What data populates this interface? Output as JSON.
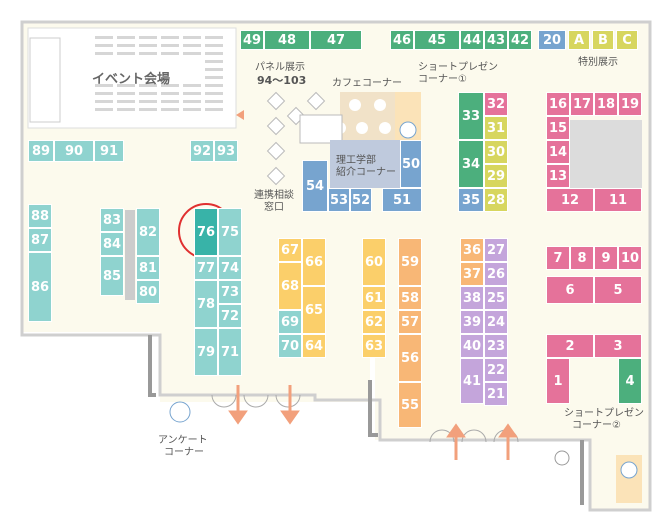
{
  "map": {
    "labels": {
      "event": "イベント会場",
      "panel": "パネル展示",
      "panel_range": "94〜103",
      "cafe": "カフェコーナー",
      "short1": "ショートプレゼン",
      "short1b": "コーナー①",
      "special": "特別展示",
      "science1": "理工学部",
      "science2": "紹介コーナー",
      "consult1": "連携相談",
      "consult2": "窓口",
      "survey1": "アンケート",
      "survey2": "コーナー",
      "short2": "ショートプレゼン",
      "short2b": "コーナー②"
    },
    "highlighted_booth": "76",
    "colors": {
      "green": "#4caf7d",
      "teal": "#8fd3cf",
      "teal_dark": "#38b3a8",
      "blue": "#77a4cf",
      "pink": "#f5a3bf",
      "hotpink": "#e5729a",
      "yellow": "#fbcf6a",
      "orange": "#f8b776",
      "purple": "#c4a5db",
      "lime": "#d7d65f",
      "floor": "#fcfaed",
      "wall": "#cfcfcf",
      "circle": "#e03030",
      "arrow": "#f2a07c"
    },
    "booths": [
      {
        "n": "49",
        "c": "green"
      },
      {
        "n": "48",
        "c": "green"
      },
      {
        "n": "47",
        "c": "green"
      },
      {
        "n": "46",
        "c": "green"
      },
      {
        "n": "45",
        "c": "green"
      },
      {
        "n": "44",
        "c": "green"
      },
      {
        "n": "43",
        "c": "green"
      },
      {
        "n": "42",
        "c": "green"
      },
      {
        "n": "20",
        "c": "blue"
      },
      {
        "n": "A",
        "c": "lime"
      },
      {
        "n": "B",
        "c": "lime"
      },
      {
        "n": "C",
        "c": "lime"
      },
      {
        "n": "89",
        "c": "teal"
      },
      {
        "n": "90",
        "c": "teal"
      },
      {
        "n": "91",
        "c": "teal"
      },
      {
        "n": "92",
        "c": "teal"
      },
      {
        "n": "93",
        "c": "teal"
      },
      {
        "n": "33",
        "c": "green"
      },
      {
        "n": "34",
        "c": "green"
      },
      {
        "n": "32",
        "c": "hotpink"
      },
      {
        "n": "31",
        "c": "lime"
      },
      {
        "n": "30",
        "c": "lime"
      },
      {
        "n": "29",
        "c": "lime"
      },
      {
        "n": "28",
        "c": "lime"
      },
      {
        "n": "35",
        "c": "blue"
      },
      {
        "n": "50",
        "c": "blue"
      },
      {
        "n": "51",
        "c": "blue"
      },
      {
        "n": "52",
        "c": "blue"
      },
      {
        "n": "53",
        "c": "blue"
      },
      {
        "n": "54",
        "c": "blue"
      },
      {
        "n": "16",
        "c": "hotpink"
      },
      {
        "n": "17",
        "c": "hotpink"
      },
      {
        "n": "18",
        "c": "hotpink"
      },
      {
        "n": "19",
        "c": "hotpink"
      },
      {
        "n": "15",
        "c": "hotpink"
      },
      {
        "n": "14",
        "c": "hotpink"
      },
      {
        "n": "13",
        "c": "hotpink"
      },
      {
        "n": "12",
        "c": "hotpink"
      },
      {
        "n": "11",
        "c": "hotpink"
      },
      {
        "n": "88",
        "c": "teal"
      },
      {
        "n": "87",
        "c": "teal"
      },
      {
        "n": "86",
        "c": "teal"
      },
      {
        "n": "83",
        "c": "teal"
      },
      {
        "n": "84",
        "c": "teal"
      },
      {
        "n": "85",
        "c": "teal"
      },
      {
        "n": "82",
        "c": "teal"
      },
      {
        "n": "81",
        "c": "teal"
      },
      {
        "n": "80",
        "c": "teal"
      },
      {
        "n": "76",
        "c": "teal_dark"
      },
      {
        "n": "75",
        "c": "teal"
      },
      {
        "n": "77",
        "c": "teal"
      },
      {
        "n": "74",
        "c": "teal"
      },
      {
        "n": "78",
        "c": "teal"
      },
      {
        "n": "73",
        "c": "teal"
      },
      {
        "n": "72",
        "c": "teal"
      },
      {
        "n": "79",
        "c": "teal"
      },
      {
        "n": "71",
        "c": "teal"
      },
      {
        "n": "67",
        "c": "yellow"
      },
      {
        "n": "68",
        "c": "yellow"
      },
      {
        "n": "69",
        "c": "teal"
      },
      {
        "n": "70",
        "c": "teal"
      },
      {
        "n": "66",
        "c": "yellow"
      },
      {
        "n": "65",
        "c": "yellow"
      },
      {
        "n": "64",
        "c": "yellow"
      },
      {
        "n": "60",
        "c": "yellow"
      },
      {
        "n": "61",
        "c": "yellow"
      },
      {
        "n": "62",
        "c": "yellow"
      },
      {
        "n": "63",
        "c": "yellow"
      },
      {
        "n": "59",
        "c": "orange"
      },
      {
        "n": "58",
        "c": "orange"
      },
      {
        "n": "57",
        "c": "orange"
      },
      {
        "n": "56",
        "c": "orange"
      },
      {
        "n": "55",
        "c": "orange"
      },
      {
        "n": "36",
        "c": "orange"
      },
      {
        "n": "37",
        "c": "orange"
      },
      {
        "n": "38",
        "c": "purple"
      },
      {
        "n": "39",
        "c": "purple"
      },
      {
        "n": "40",
        "c": "purple"
      },
      {
        "n": "41",
        "c": "purple"
      },
      {
        "n": "27",
        "c": "purple"
      },
      {
        "n": "26",
        "c": "purple"
      },
      {
        "n": "25",
        "c": "purple"
      },
      {
        "n": "24",
        "c": "purple"
      },
      {
        "n": "23",
        "c": "purple"
      },
      {
        "n": "22",
        "c": "purple"
      },
      {
        "n": "21",
        "c": "purple"
      },
      {
        "n": "7",
        "c": "hotpink"
      },
      {
        "n": "8",
        "c": "hotpink"
      },
      {
        "n": "9",
        "c": "hotpink"
      },
      {
        "n": "10",
        "c": "hotpink"
      },
      {
        "n": "6",
        "c": "hotpink"
      },
      {
        "n": "5",
        "c": "hotpink"
      },
      {
        "n": "2",
        "c": "hotpink"
      },
      {
        "n": "3",
        "c": "hotpink"
      },
      {
        "n": "1",
        "c": "hotpink"
      },
      {
        "n": "4",
        "c": "green"
      }
    ]
  }
}
